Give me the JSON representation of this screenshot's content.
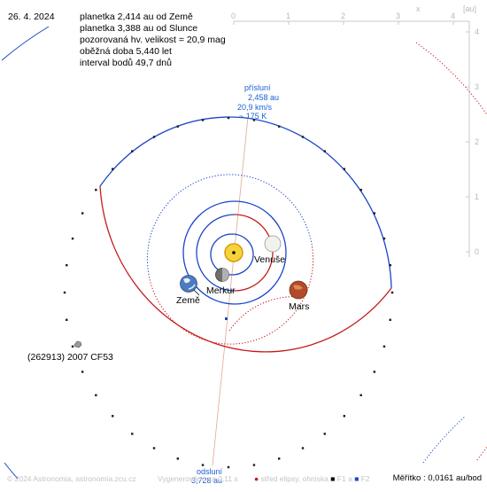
{
  "header": {
    "date": "26. 4. 2024",
    "lines": [
      "planetka 2,414 au od Země",
      "planetka 3,388 au od Slunce",
      "pozorovaná hv. velikost = 20,9 mag",
      "oběžná doba 5,440 let",
      "interval bodů 49,7 dnů"
    ]
  },
  "axes": {
    "x_label": "x",
    "y_label": "[au]",
    "x_ticks": [
      "0",
      "1",
      "2",
      "3",
      "4"
    ],
    "y_ticks": [
      "4",
      "3",
      "2",
      "1",
      "0"
    ]
  },
  "bodies": {
    "venus": "Venuše",
    "mercury": "Merkur",
    "earth": "Země",
    "mars": "Mars",
    "asteroid": "(262913) 2007 CF53"
  },
  "perihelion": {
    "title": "přísluní",
    "distance": "2,458 au",
    "speed": "20,9 km/s",
    "temperature": "~ 175 K"
  },
  "aphelion": {
    "title": "odsluní",
    "distance": "3,728 au"
  },
  "footer": {
    "copyright": "© 2024 Astronomia, astronomia.zcu.cz",
    "generated": "Vygenerováno za 0,11 s",
    "legend_center": "střed elipsy, ohniska",
    "legend_f1": "F1",
    "legend_a": "a",
    "legend_f2": "F2",
    "scale": "Měřítko : 0,0161 au/bod"
  },
  "colors": {
    "orbit_above": "#1b46c9",
    "orbit_below": "#c41a1a",
    "sun": "#f2c21a",
    "axis": "#c8c8c8",
    "apsis_text": "#1b5fd6"
  }
}
